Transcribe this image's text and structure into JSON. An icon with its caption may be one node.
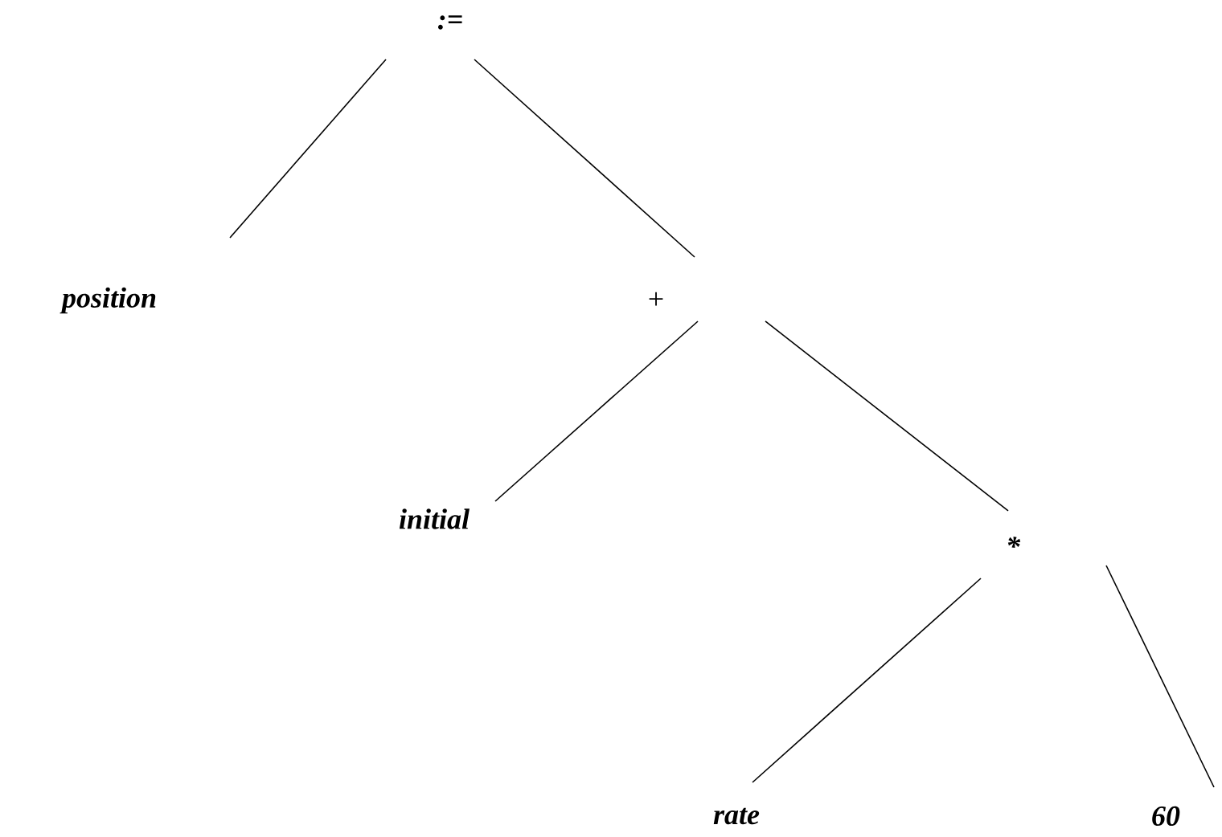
{
  "diagram": {
    "nodes": [
      {
        "text": [
          ":="
        ]
      },
      {
        "text": [
          "position"
        ]
      },
      {
        "text": [
          "+"
        ]
      },
      {
        "text": [
          "initial"
        ]
      },
      {
        "text": [
          "*"
        ]
      },
      {
        "text": [
          "rate"
        ]
      },
      {
        "text": [
          "60"
        ]
      }
    ],
    "edges": [
      {
        "from": 0,
        "to": 1,
        "arrow": "none"
      },
      {
        "from": 0,
        "to": 2,
        "arrow": "none"
      },
      {
        "from": 2,
        "to": 3,
        "arrow": "none"
      },
      {
        "from": 2,
        "to": 4,
        "arrow": "none"
      },
      {
        "from": 4,
        "to": 5,
        "arrow": "none"
      },
      {
        "from": 4,
        "to": 6,
        "arrow": "none"
      }
    ]
  }
}
